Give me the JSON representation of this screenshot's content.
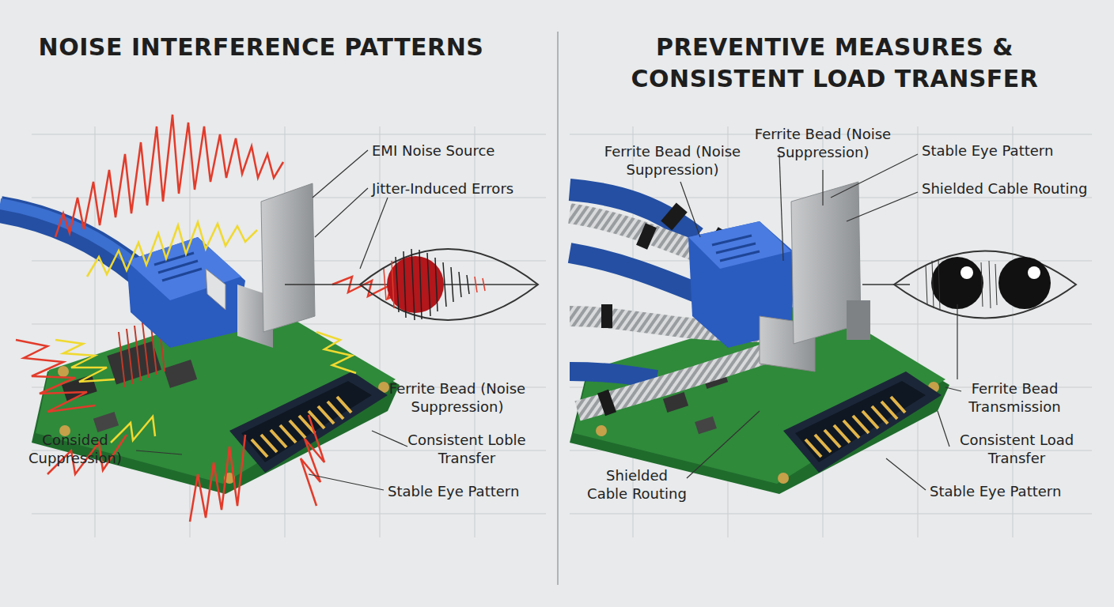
{
  "diagram": {
    "labels": [
      "NOISE INTERFERENCE PATTERNS",
      "EMI Noise Source",
      "Jitter-Induced Errors",
      "Ferrite Bead (Noise Suppression)",
      "Consided Cuppression)",
      "Consistent Loble Transfer",
      "Stable Eye Pattern",
      "PREVENTIVE MEASURES & CONSISTENT LOAD TRANSFER",
      "Ferrite Bead (Noise Suppression)",
      "Ferrite Bead (Noise Suppression)",
      "Stable Eye Pattern",
      "Shielded Cable Routing",
      "Ferrite Bead Transmission",
      "Consistent Load Transfer",
      "Stable Eye Pattern",
      "Shielded Cable Routing"
    ]
  }
}
